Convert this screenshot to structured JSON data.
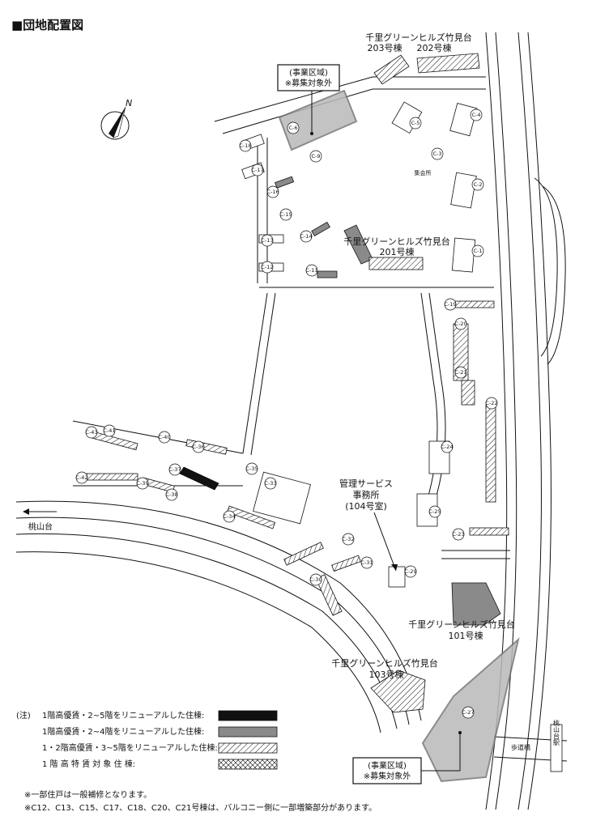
{
  "title": "■団地配置図",
  "north": "N",
  "buildings": {
    "b203_202_name": "千里グリーンヒルズ竹見台",
    "b203_no": "203号棟",
    "b202_no": "202号棟",
    "b201_name": "千里グリーンヒルズ竹見台",
    "b201_no": "201号棟",
    "b101_name": "千里グリーンヒルズ竹見台",
    "b101_no": "101号棟",
    "b103_name": "千里グリーンヒルズ竹見台",
    "b103_no": "103号棟"
  },
  "business_area_top": {
    "line1": "(事業区域)",
    "line2": "※募集対象外"
  },
  "business_area_bottom": {
    "line1": "(事業区域)",
    "line2": "※募集対象外"
  },
  "office": {
    "line1": "管理サービス",
    "line2": "事務所",
    "line3": "(104号室)"
  },
  "meeting_hall": "集会所",
  "direction_left": "桃山台",
  "station": "桃山台駅",
  "roadside": "歩道橋",
  "block_labels": {
    "c1": "C-1",
    "c2": "C-2",
    "c3": "C-3",
    "c4": "C-4",
    "c5": "C-5",
    "c6": "C-6",
    "c9": "C-9",
    "c11": "C-11",
    "c12": "C-12",
    "c13": "C-13",
    "c14": "C-14",
    "c15": "C-15",
    "c16": "C-16",
    "c17": "C-17",
    "c18": "C-18",
    "c19": "C-19",
    "c20": "C-20",
    "c21": "C-21",
    "c22": "C-22",
    "c23": "C-23",
    "c24": "C-24",
    "c25": "C-25",
    "c27": "C-27",
    "c29": "C-29",
    "c30": "C-30",
    "c31": "C-31",
    "c32": "C-32",
    "c33": "C-33",
    "c34": "C-34",
    "c35": "C-35",
    "c36": "C-36",
    "c37": "C-37",
    "c38": "C-38",
    "c39": "C-39",
    "c40": "C-40",
    "c41": "C-41",
    "c42": "C-42",
    "c43": "C-43"
  },
  "legend": {
    "note_prefix": "(注)",
    "items": [
      {
        "label": "1階高優賃・2~5階をリニューアルした住棟:",
        "swatch": "black"
      },
      {
        "label": "1階高優賃・2~4階をリニューアルした住棟:",
        "swatch": "gray"
      },
      {
        "label": "1・2階高優賃・3~5階をリニューアルした住棟:",
        "swatch": "hatch"
      },
      {
        "label": "1 階 高 特 賃 対 象 住 棟:",
        "swatch": "pattern"
      }
    ]
  },
  "notes": {
    "note1": "※一部住戸は一般補修となります。",
    "note2": "※C12、C13、C15、C17、C18、C20、C21号棟は、バルコニー側に一部増築部分があります。"
  },
  "colors": {
    "black": "#111111",
    "gray": "#8a8a8a",
    "zone": "#b9b9b9"
  }
}
